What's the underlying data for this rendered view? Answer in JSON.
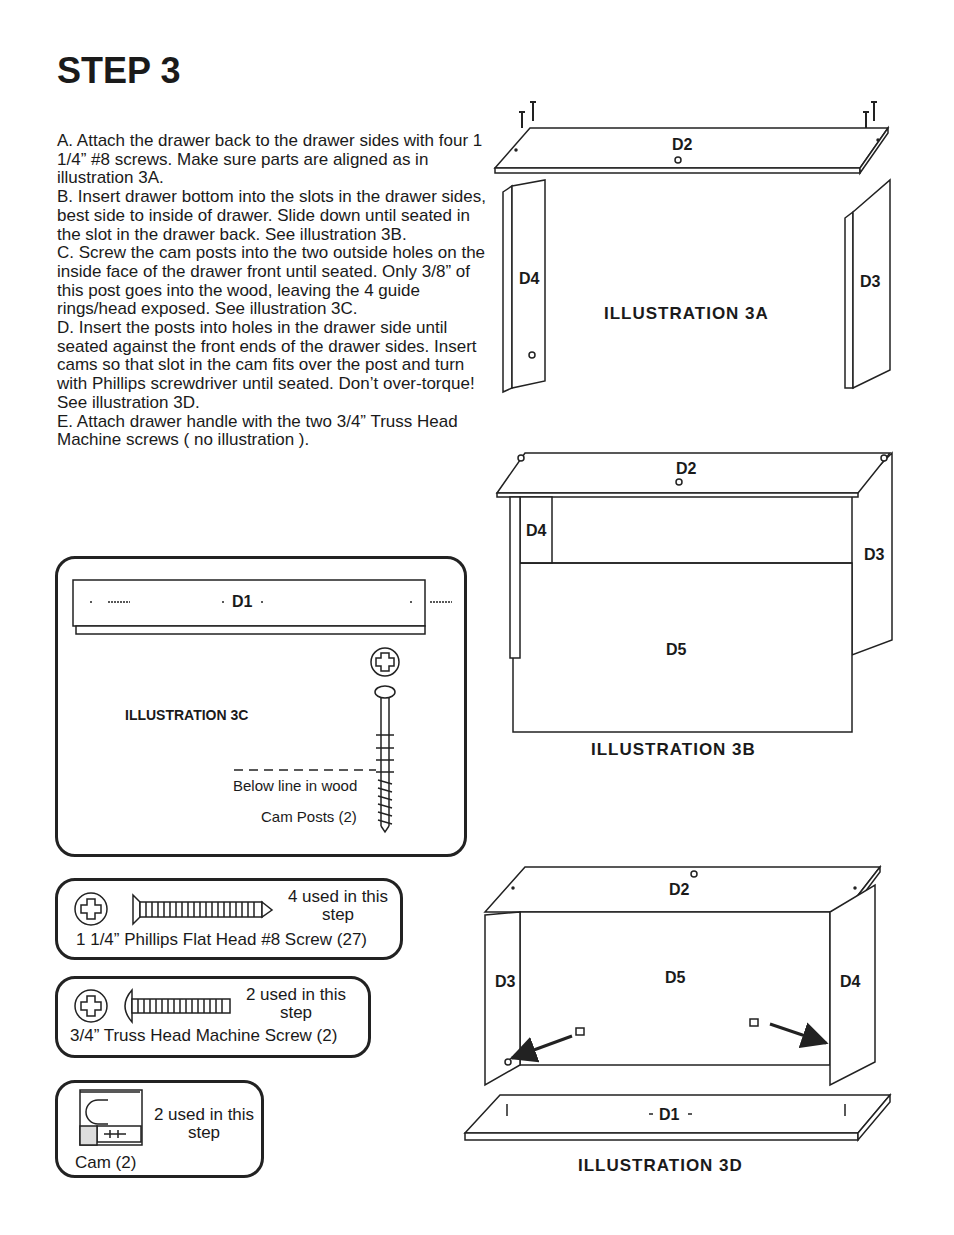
{
  "diagram": {
    "title": "STEP 3",
    "nodes": [
      {
        "text": [
          "D1",
          "ILLUSTRATION 3C",
          "Below line in wood",
          "Cam Posts (2)"
        ]
      },
      {
        "text": [
          "4 used in this step",
          "1 1/4” Phillips Flat Head #8 Screw (27)"
        ]
      },
      {
        "text": [
          "2 used in this step",
          "3/4” Truss Head Machine Screw (2)"
        ]
      },
      {
        "text": [
          "2 used in this step",
          "Cam (2)"
        ]
      }
    ],
    "edges": [],
    "labels": [
      "A. Attach the drawer back to the drawer sides with four 1 1/4” #8 screws. Make sure parts are aligned as in illustration 3A.",
      "B. Insert drawer bottom into the slots in the drawer sides, best side to inside of drawer. Slide down until seated in the slot in the drawer back. See illustration 3B.",
      "C. Screw the cam posts into the two outside holes on the inside face of the drawer front until seated. Only 3/8” of this post goes into the wood, leaving the 4 guide rings/head exposed. See illustration 3C.",
      "D. Insert the posts into holes in the drawer side until seated against the front ends of the drawer sides. Insert cams so that slot in the cam fits over the post and turn with Phillips screwdriver until seated. Don’t over-torque! See illustration 3D.",
      "E. Attach drawer handle with the two 3/4” Truss Head Machine screws ( no illustration ).",
      "D2",
      "D4",
      "D3",
      "ILLUSTRATION 3A",
      "D2",
      "D4",
      "D3",
      "D5",
      "ILLUSTRATION 3B",
      "D2",
      "D3",
      "D5",
      "D4",
      "D1",
      "ILLUSTRATION 3D"
    ]
  }
}
